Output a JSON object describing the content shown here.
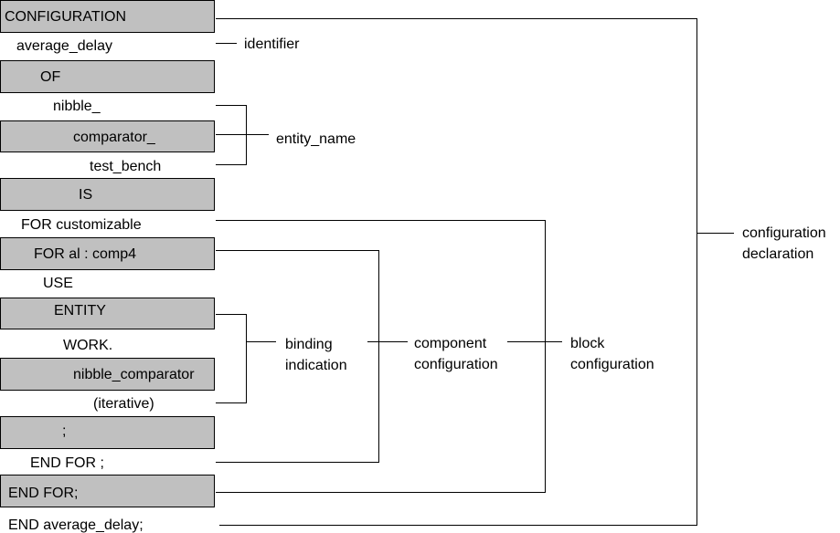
{
  "tokens": {
    "configuration_kw": "CONFIGURATION",
    "average_delay": "average_delay",
    "of_kw": "OF",
    "nibble": "nibble_",
    "comparator": "comparator_",
    "test_bench": "test_bench",
    "is_kw": "IS",
    "for_customizable": "FOR customizable",
    "for_a1_comp4": "FOR al : comp4",
    "use_kw": "USE",
    "entity_kw": "ENTITY",
    "work": "WORK.",
    "nibble_comparator": "nibble_comparator",
    "iterative": "(iterative)",
    "semicolon": ";",
    "end_for_inner": "END FOR ;",
    "end_for_outer": "END FOR;",
    "end_average_delay": "END average_delay;"
  },
  "labels": {
    "identifier": "identifier",
    "entity_name": "entity_name",
    "binding_indication": [
      "binding",
      "indication"
    ],
    "component_configuration": [
      "component",
      "configuration"
    ],
    "block_configuration": [
      "block",
      "configuration"
    ],
    "configuration_declaration": [
      "configuration",
      "declaration"
    ]
  },
  "colors": {
    "keyword_fill": "#c0c0c0",
    "line": "#000000",
    "background": "#ffffff"
  }
}
